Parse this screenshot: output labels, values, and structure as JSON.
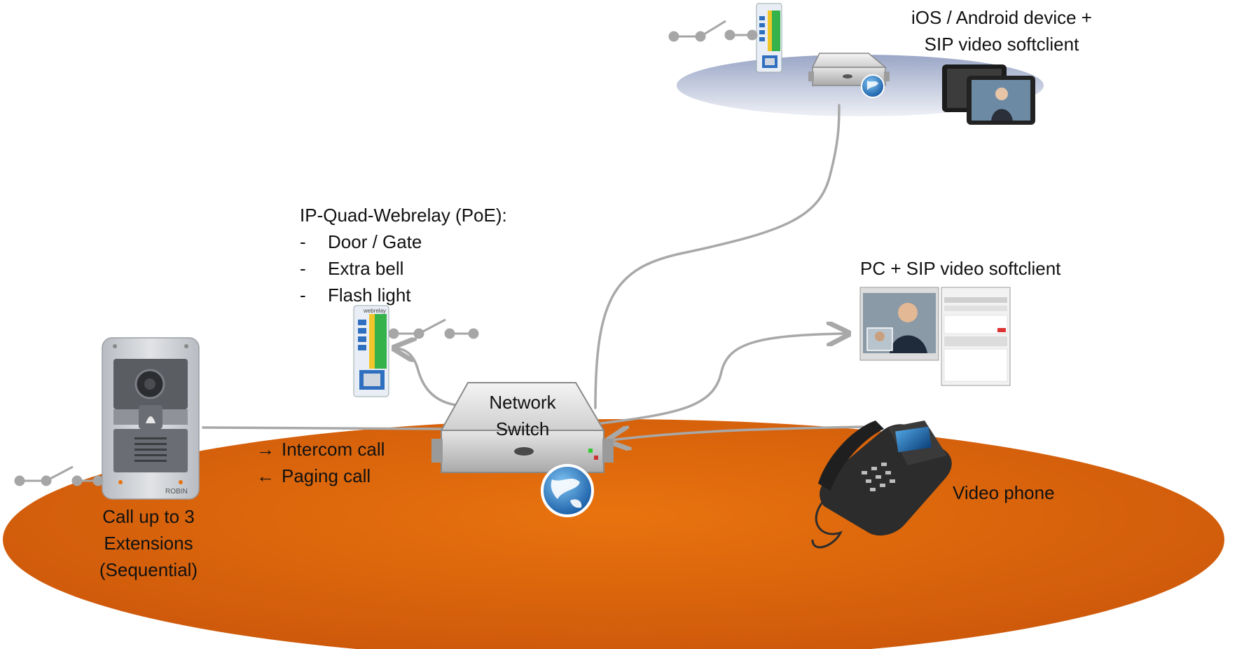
{
  "labels": {
    "ios_android_line1": "iOS / Android device +",
    "ios_android_line2": "SIP video softclient",
    "webrelay_title": "IP-Quad-Webrelay (PoE):",
    "webrelay_items": [
      "Door / Gate",
      "Extra bell",
      "Flash light"
    ],
    "pc_client": "PC + SIP video softclient",
    "network_switch_line1": "Network",
    "network_switch_line2": "Switch",
    "intercom_call": "Intercom call",
    "paging_call": "Paging call",
    "video_phone": "Video phone",
    "intercom_caption": [
      "Call up to 3",
      "Extensions",
      "(Sequential)"
    ]
  },
  "device_text": {
    "intercom_brand": "ROBIN",
    "webrelay_brand": "webrelay"
  },
  "colors": {
    "lan_ellipse": "#d45d0a",
    "remote_ellipse": "#c6cde0",
    "cable": "#a8a8a8",
    "intercom_panel": "#c9ccd1"
  },
  "icons": {
    "intercom": "door-intercom-icon",
    "webrelay": "relay-module-icon",
    "switch": "server-switch-icon",
    "globe": "globe-icon",
    "tablet": "tablet-icon",
    "pc": "pc-softclient-icon",
    "phone": "desk-video-phone-icon",
    "relay_contact": "switch-contact-icon"
  }
}
